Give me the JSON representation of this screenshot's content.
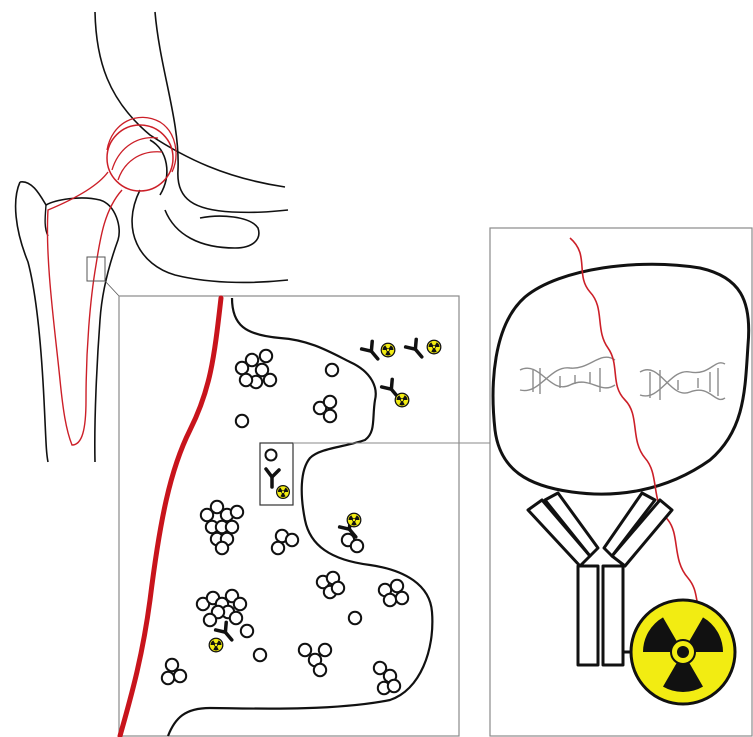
{
  "figure": {
    "panels": [
      "hip-joint-overview",
      "bone-marrow-magnified",
      "cell-nucleus-detail"
    ],
    "colors": {
      "outline": "#111111",
      "bone": "#cc1f28",
      "vessel": "#c8141c",
      "radiation_ray": "#cc1f28",
      "radiation_fill": "#f2ec12",
      "panel_border": "#8a8a8a",
      "dna": "#8c8c8c"
    },
    "icons": {
      "antibody": "antibody-icon",
      "radionuclide": "radiation-trefoil-icon",
      "dna": "dna-double-helix-icon",
      "cell": "marrow-cell-icon"
    },
    "counts": {
      "conjugates_in_marrow": 6,
      "dna_fragments": 2
    }
  }
}
